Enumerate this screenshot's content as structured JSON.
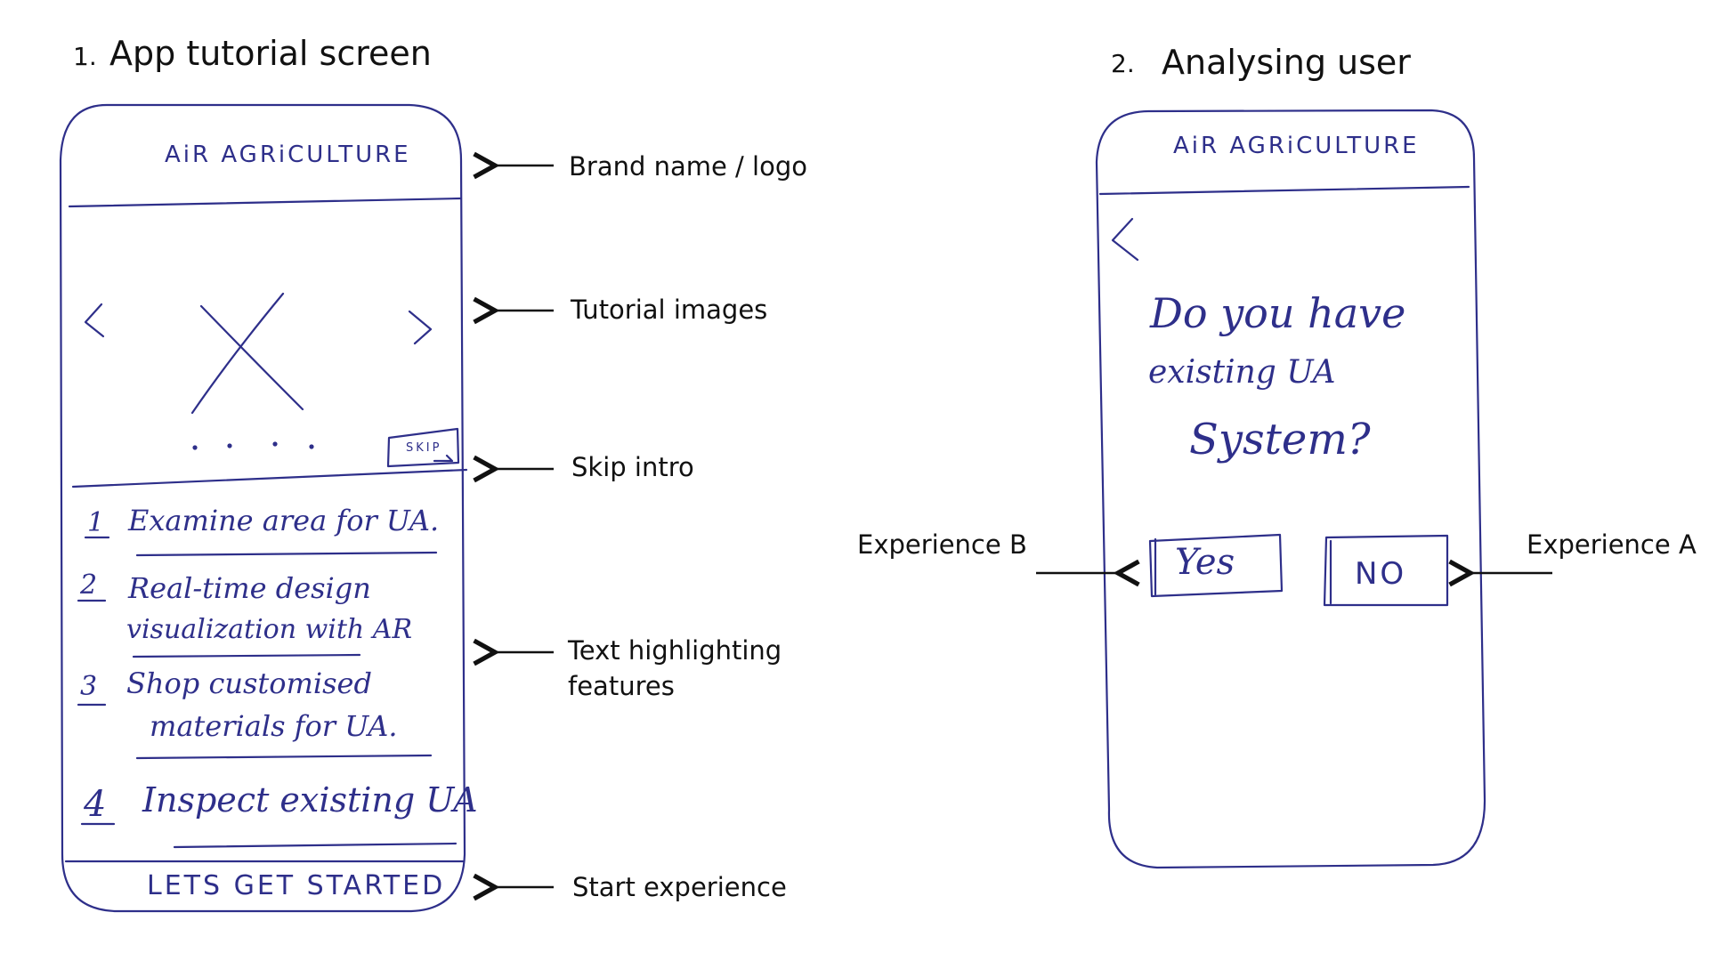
{
  "colors": {
    "ink": "#2e2f8a",
    "label": "#111111",
    "background": "#ffffff"
  },
  "screen1": {
    "number": "1.",
    "heading": "App tutorial screen",
    "brand": "AiR AGRiCULTURE",
    "prev_icon": "chevron-left-icon",
    "next_icon": "chevron-right-icon",
    "image_placeholder_icon": "image-placeholder-x-icon",
    "skip_label": "SKIP",
    "features": [
      {
        "num": "1",
        "text": "Examine area for UA."
      },
      {
        "num": "2",
        "text": "Real-time design",
        "text2": "visualization with AR"
      },
      {
        "num": "3",
        "text": "Shop customised",
        "text2": "materials for UA."
      },
      {
        "num": "4",
        "text": "Inspect existing UA"
      }
    ],
    "cta_label": "LETS GET STARTED",
    "annotations": {
      "brand": "Brand name / logo",
      "tutorial": "Tutorial images",
      "skip": "Skip intro",
      "text_line1": "Text highlighting",
      "text_line2": "features",
      "start": "Start experience"
    }
  },
  "screen2": {
    "number": "2.",
    "heading": "Analysing user",
    "brand": "AiR AGRiCULTURE",
    "back_icon": "chevron-left-icon",
    "question_line1": "Do you have",
    "question_line2": "existing UA",
    "question_line3": "System?",
    "yes_label": "Yes",
    "no_label": "NO",
    "annotation_left": "Experience B",
    "annotation_right": "Experience A"
  }
}
